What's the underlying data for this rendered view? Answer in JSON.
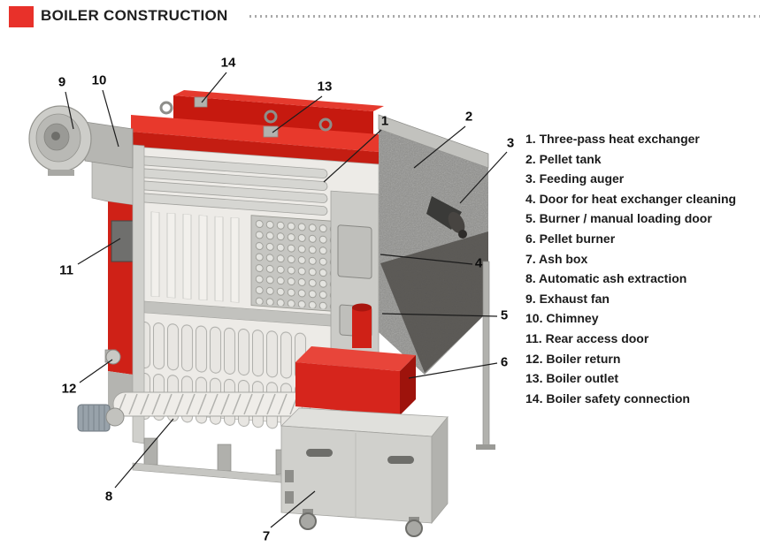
{
  "header": {
    "title": "BOILER CONSTRUCTION",
    "accent_color": "#e8312a"
  },
  "legend": {
    "items": [
      "1. Three-pass heat exchanger",
      "2. Pellet tank",
      "3. Feeding auger",
      "4. Door for heat exchanger cleaning",
      "5. Burner / manual loading door",
      "6. Pellet burner",
      "7. Ash box",
      "8. Automatic ash extraction",
      "9. Exhaust fan",
      "10. Chimney",
      "11. Rear access door",
      "12. Boiler return",
      "13. Boiler outlet",
      "14. Boiler safety connection"
    ]
  },
  "callouts": [
    "1",
    "2",
    "3",
    "4",
    "5",
    "6",
    "7",
    "8",
    "9",
    "10",
    "11",
    "12",
    "13",
    "14"
  ],
  "colors": {
    "boiler_red": "#d6251c",
    "body_gray": "#d0d0cc",
    "tank_gray": "#8f8f8c"
  }
}
